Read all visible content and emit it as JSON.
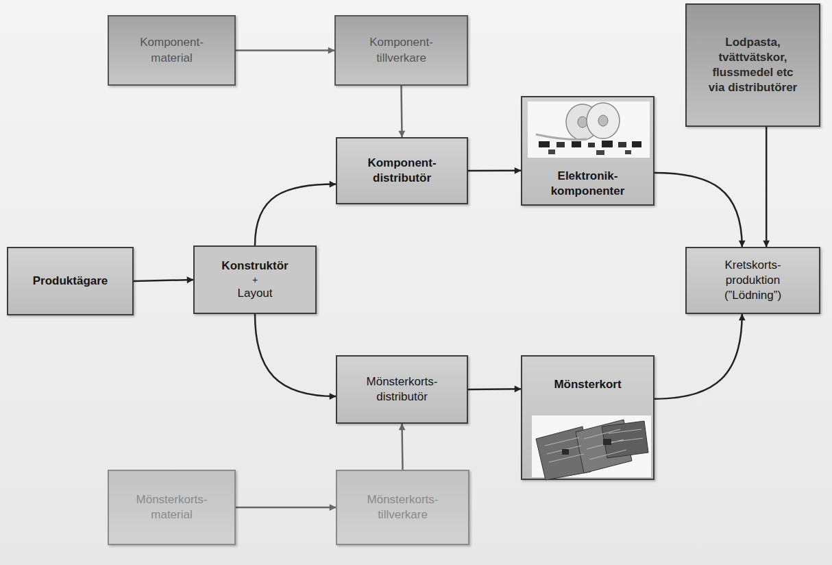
{
  "diagram": {
    "nodes": [
      {
        "text": [
          "Komponent- material"
        ]
      },
      {
        "text": [
          "Komponent- tillverkare"
        ]
      },
      {
        "text": [
          "Lodpasta, tvättvätskor, flussmedel etc via distributörer"
        ]
      },
      {
        "text": [
          "Komponent- distributör"
        ]
      },
      {
        "text": [
          "Elektronik- komponenter"
        ]
      },
      {
        "text": [
          "Produktägare"
        ]
      },
      {
        "text": [
          "Konstruktör",
          "+",
          "Layout"
        ]
      },
      {
        "text": [
          "Kretskorts- produktion (”Lödning”)"
        ]
      },
      {
        "text": [
          "Mönsterkorts- distributör"
        ]
      },
      {
        "text": [
          "Mönsterkort"
        ]
      },
      {
        "text": [
          "Mönsterkorts- material"
        ]
      },
      {
        "text": [
          "Mönsterkorts- tillverkare"
        ]
      }
    ],
    "edges": [
      {
        "from": 0,
        "to": 1,
        "arrow": "to"
      },
      {
        "from": 1,
        "to": 3,
        "arrow": "to"
      },
      {
        "from": 6,
        "to": 3,
        "arrow": "to"
      },
      {
        "from": 3,
        "to": 4,
        "arrow": "to"
      },
      {
        "from": 4,
        "to": 7,
        "arrow": "to"
      },
      {
        "from": 2,
        "to": 7,
        "arrow": "to"
      },
      {
        "from": 5,
        "to": 6,
        "arrow": "to"
      },
      {
        "from": 6,
        "to": 8,
        "arrow": "to"
      },
      {
        "from": 8,
        "to": 9,
        "arrow": "to"
      },
      {
        "from": 9,
        "to": 7,
        "arrow": "to"
      },
      {
        "from": 10,
        "to": 11,
        "arrow": "to"
      },
      {
        "from": 11,
        "to": 8,
        "arrow": "to"
      }
    ]
  }
}
